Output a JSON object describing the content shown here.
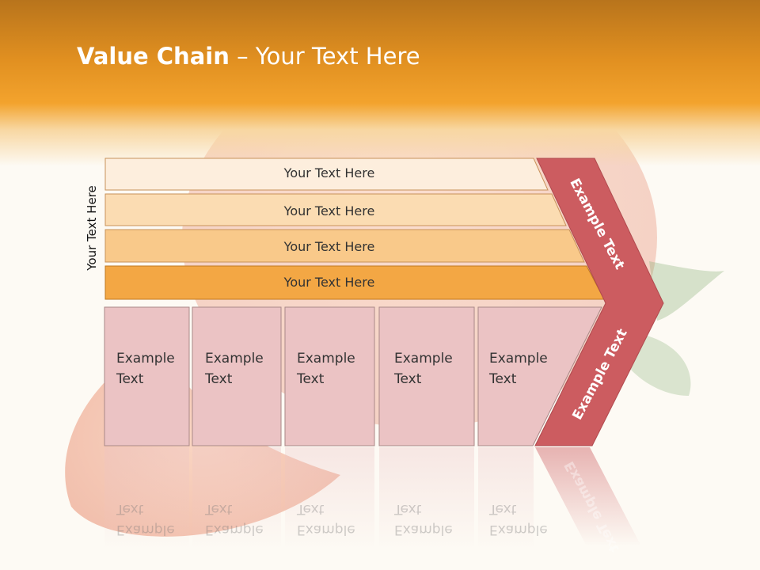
{
  "title": {
    "bold": "Value Chain",
    "rest": " – Your Text Here"
  },
  "side_label": "Your Text Here",
  "bars": [
    {
      "label": "Your Text Here",
      "color": "#fdeedd"
    },
    {
      "label": "Your Text Here",
      "color": "#fbdcb2"
    },
    {
      "label": "Your Text Here",
      "color": "#f9c98a"
    },
    {
      "label": "Your Text Here",
      "color": "#f3a744"
    }
  ],
  "boxes": [
    {
      "line1": "Example",
      "line2": "Text"
    },
    {
      "line1": "Example",
      "line2": "Text"
    },
    {
      "line1": "Example",
      "line2": "Text"
    },
    {
      "line1": "Example",
      "line2": "Text"
    },
    {
      "line1": "Example",
      "line2": "Text"
    }
  ],
  "chevron": {
    "upper": "Example Text",
    "lower": "Example Text",
    "color": "#cc5c60",
    "box_color": "#ebc3c4"
  }
}
